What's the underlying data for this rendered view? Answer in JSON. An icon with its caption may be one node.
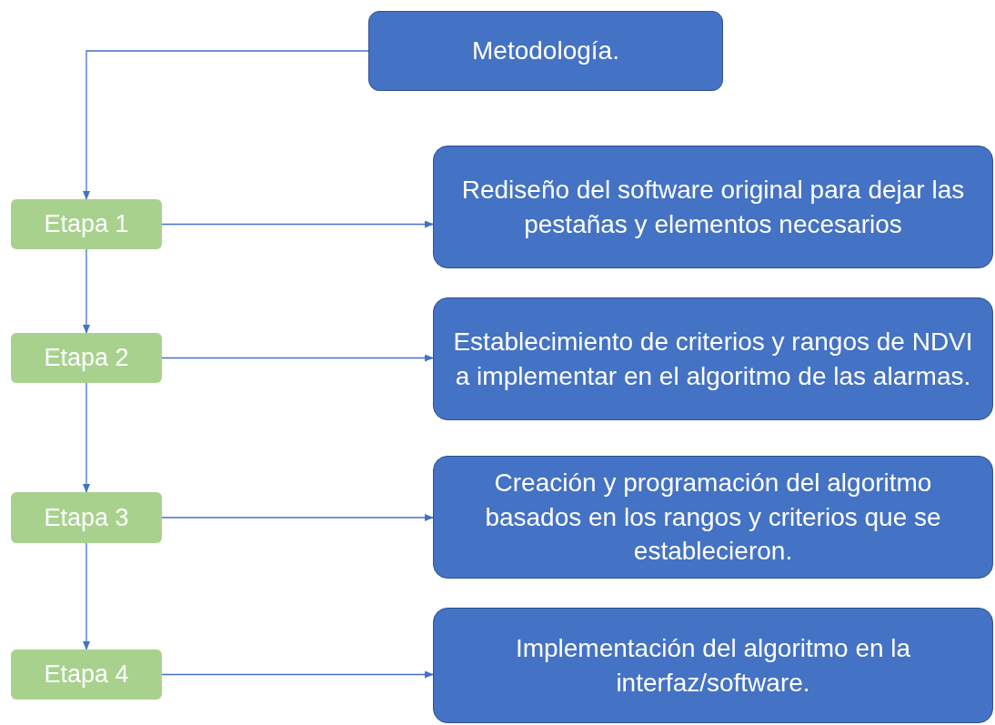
{
  "diagram": {
    "nodes": [
      {
        "text": [
          "Metodología."
        ]
      },
      {
        "text": [
          "Etapa 1"
        ]
      },
      {
        "text": [
          "Rediseño del software original para dejar las pestañas y elementos necesarios"
        ]
      },
      {
        "text": [
          "Etapa 2"
        ]
      },
      {
        "text": [
          "Establecimiento de criterios y rangos de NDVI a implementar en el algoritmo de las alarmas."
        ]
      },
      {
        "text": [
          "Etapa 3"
        ]
      },
      {
        "text": [
          "Creación y programación del algoritmo basados en los rangos y criterios que se establecieron."
        ]
      },
      {
        "text": [
          "Etapa 4"
        ]
      },
      {
        "text": [
          "Implementación del algoritmo en la interfaz/software."
        ]
      }
    ],
    "edges": [
      {
        "from": 0,
        "to": 1,
        "arrow": "to"
      },
      {
        "from": 1,
        "to": 2,
        "arrow": "to"
      },
      {
        "from": 1,
        "to": 3,
        "arrow": "to"
      },
      {
        "from": 3,
        "to": 4,
        "arrow": "to"
      },
      {
        "from": 3,
        "to": 5,
        "arrow": "to"
      },
      {
        "from": 5,
        "to": 6,
        "arrow": "to"
      },
      {
        "from": 5,
        "to": 7,
        "arrow": "to"
      },
      {
        "from": 7,
        "to": 8,
        "arrow": "to"
      }
    ]
  }
}
